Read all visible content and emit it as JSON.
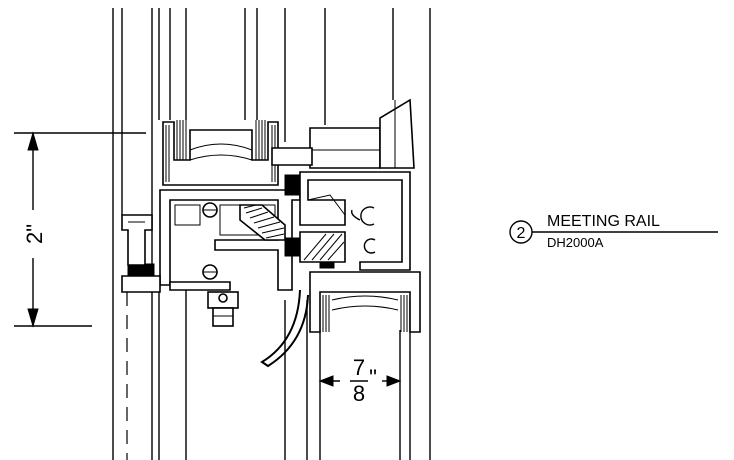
{
  "dimensions": {
    "vertical": "2\"",
    "glass_numerator": "7",
    "glass_denominator": "8",
    "glass_unit": "\""
  },
  "callout": {
    "number": "2",
    "title": "MEETING RAIL",
    "subtitle": "DH2000A"
  }
}
